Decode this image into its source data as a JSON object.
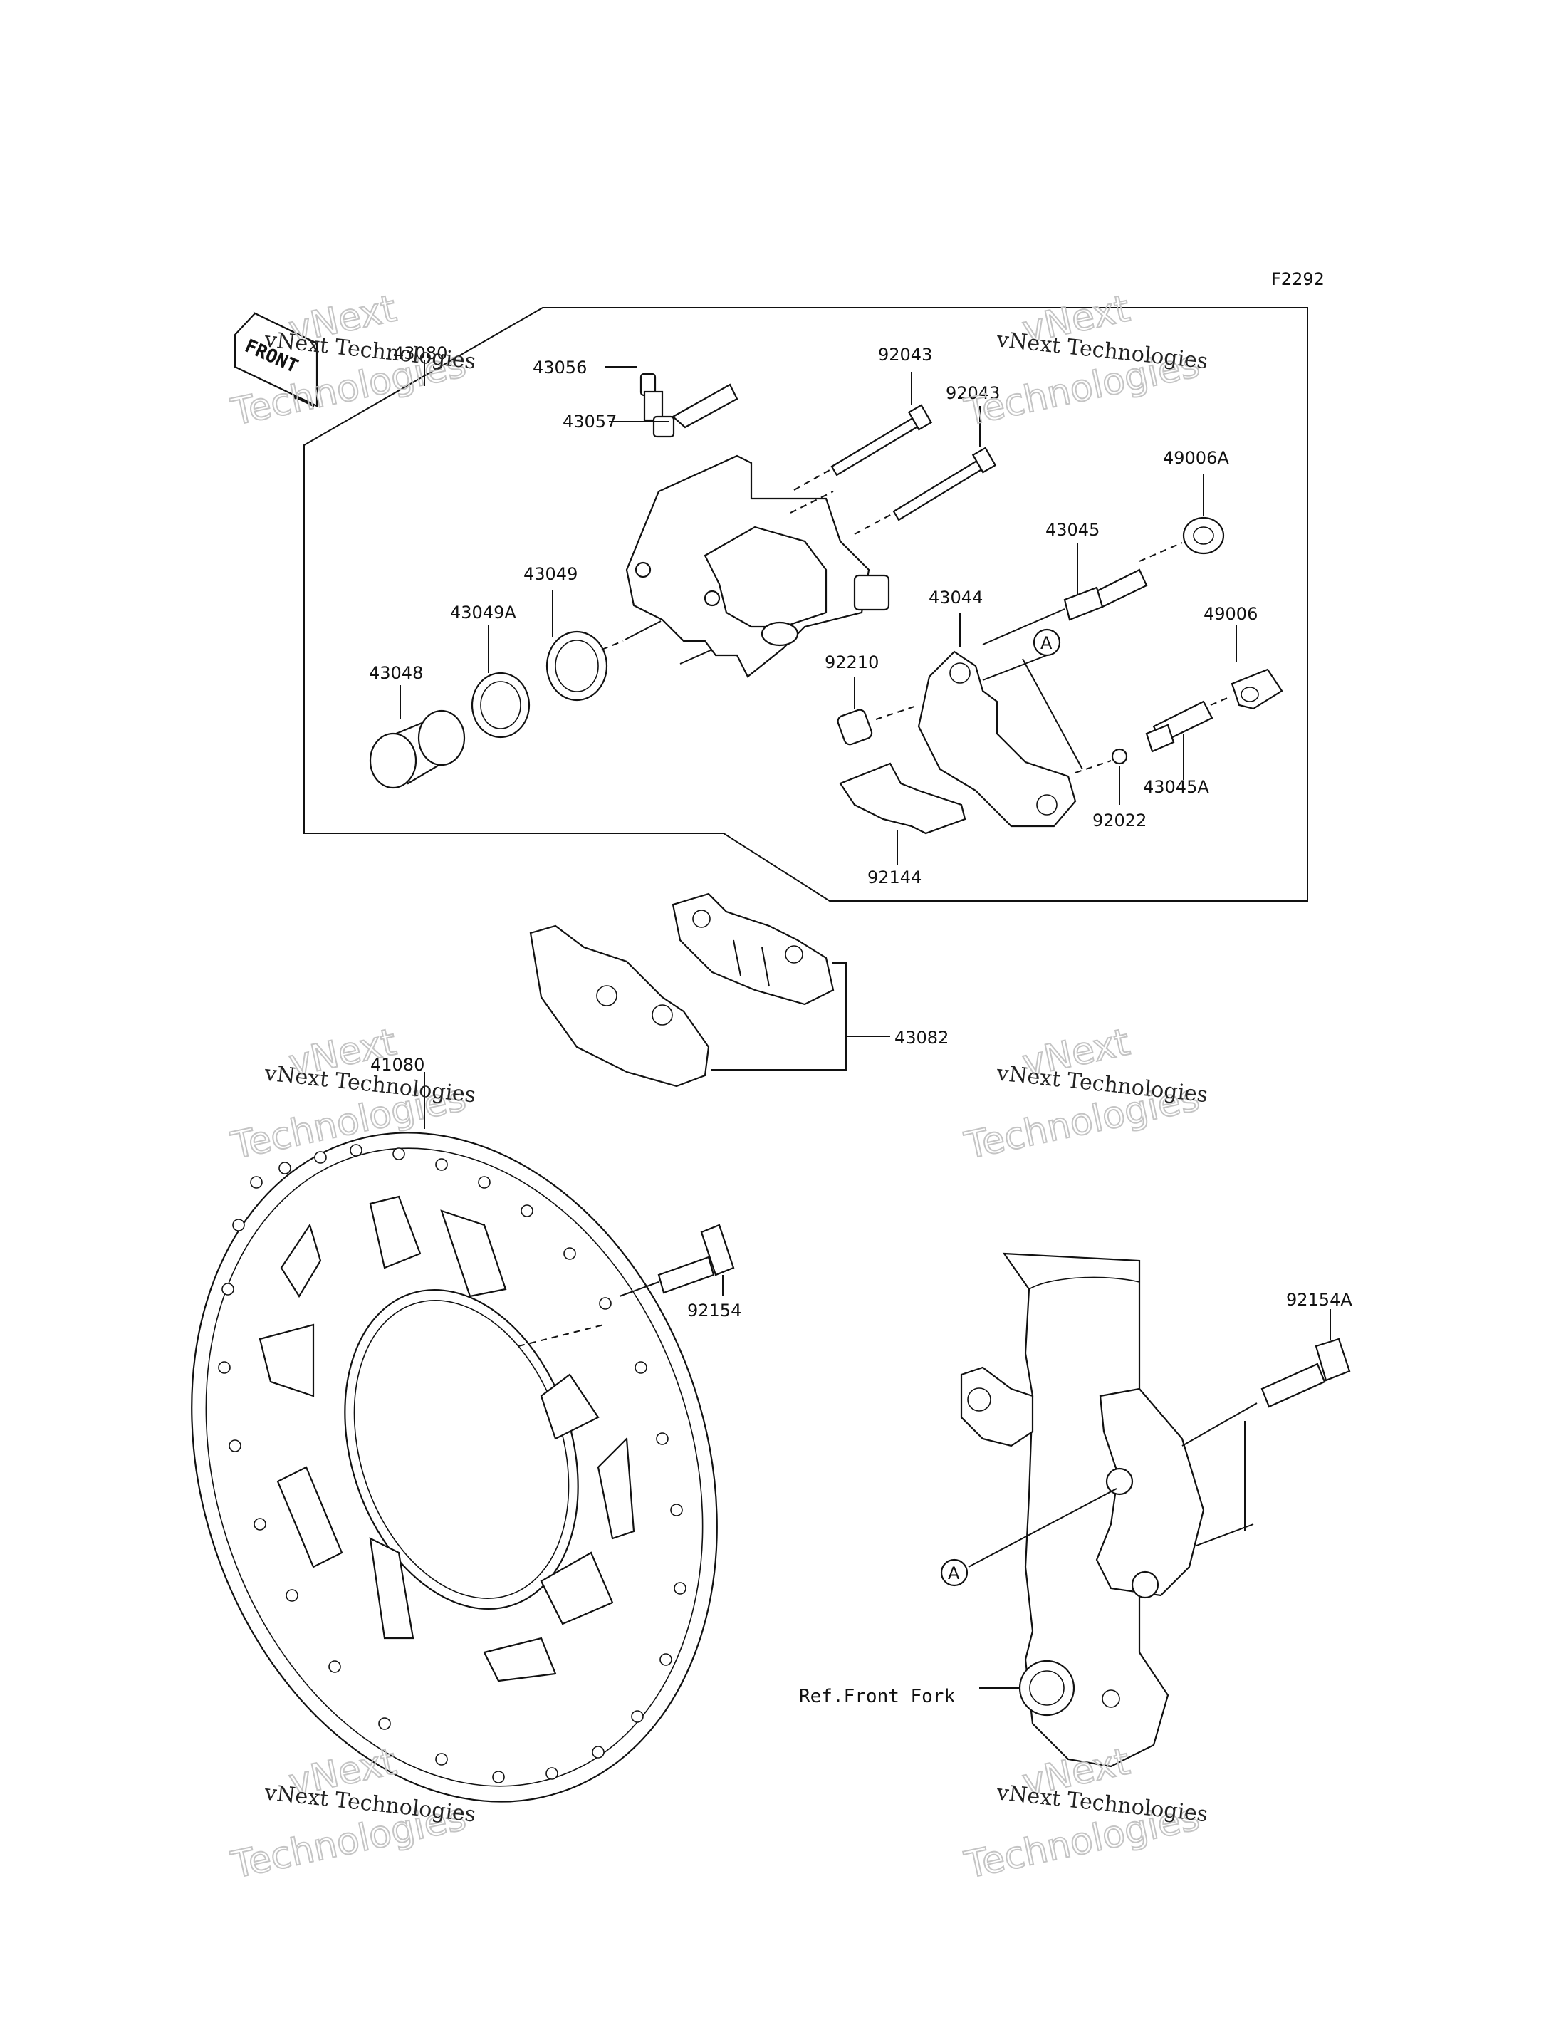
{
  "figure_code": "F2292",
  "front_sign": "FRONT",
  "watermark": {
    "line1": "vNext Technologies",
    "line2": "vNext",
    "line3": "Technologies"
  },
  "parts": {
    "p43080": "43080",
    "p43056": "43056",
    "p43057": "43057",
    "p92043a": "92043",
    "p92043b": "92043",
    "p49006A": "49006A",
    "p43045": "43045",
    "p43044": "43044",
    "p43049": "43049",
    "p43049A": "43049A",
    "p43048": "43048",
    "p92210": "92210",
    "p49006": "49006",
    "p43045A": "43045A",
    "p92022": "92022",
    "p92144": "92144",
    "p43082": "43082",
    "p41080": "41080",
    "p92154": "92154",
    "p92154A": "92154A"
  },
  "ref_a": "A",
  "ref_front_fork": "Ref.Front Fork"
}
